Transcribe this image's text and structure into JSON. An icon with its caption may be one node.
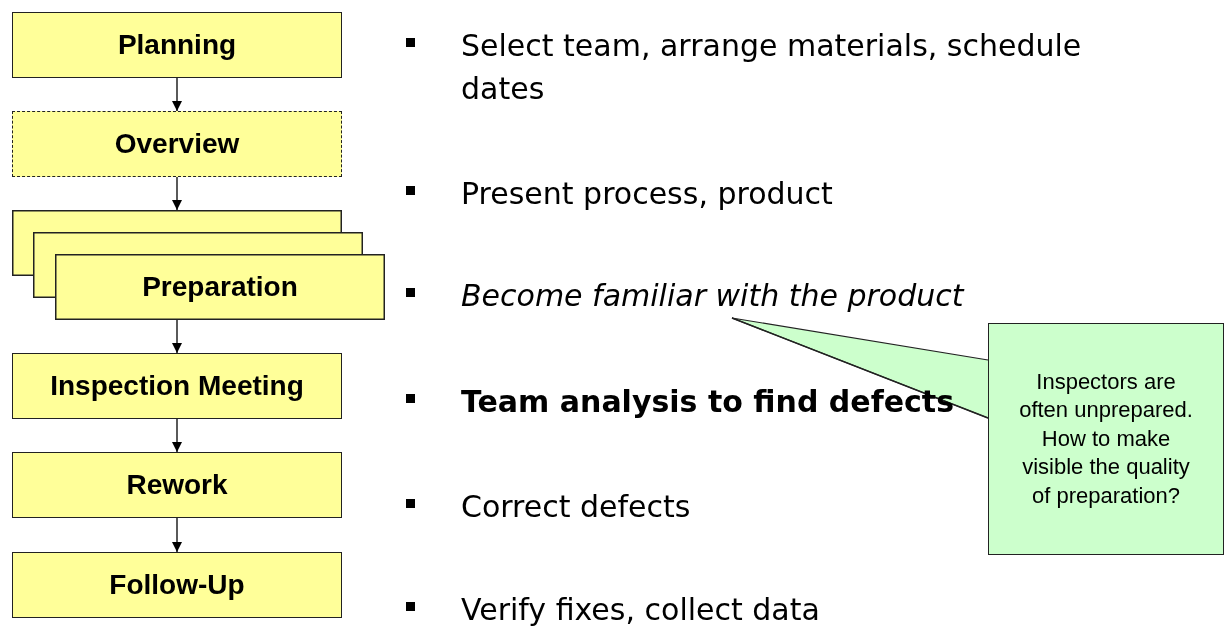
{
  "diagram": {
    "nodes": [
      {
        "text": [
          "Planning"
        ]
      },
      {
        "text": [
          "Overview"
        ]
      },
      {
        "text": [
          "Preparation"
        ]
      },
      {
        "text": [
          "Inspection Meeting"
        ]
      },
      {
        "text": [
          "Rework"
        ]
      },
      {
        "text": [
          "Follow-Up"
        ]
      },
      {
        "text": [
          "Become familiar with the product"
        ]
      },
      {
        "text": [
          "Inspectors are often unprepared. How to make visible the quality of preparation?"
        ]
      }
    ],
    "edges": [
      {
        "from": 0,
        "to": 1,
        "arrow": "to"
      },
      {
        "from": 1,
        "to": 2,
        "arrow": "to"
      },
      {
        "from": 2,
        "to": 3,
        "arrow": "to"
      },
      {
        "from": 3,
        "to": 4,
        "arrow": "to"
      },
      {
        "from": 4,
        "to": 5,
        "arrow": "to"
      },
      {
        "from": 7,
        "to": 6,
        "arrow": "none"
      }
    ],
    "labels": [
      "Select team, arrange materials, schedule dates",
      "Present process, product",
      "Team analysis to find defects",
      "Correct defects",
      "Verify fixes, collect data"
    ]
  }
}
